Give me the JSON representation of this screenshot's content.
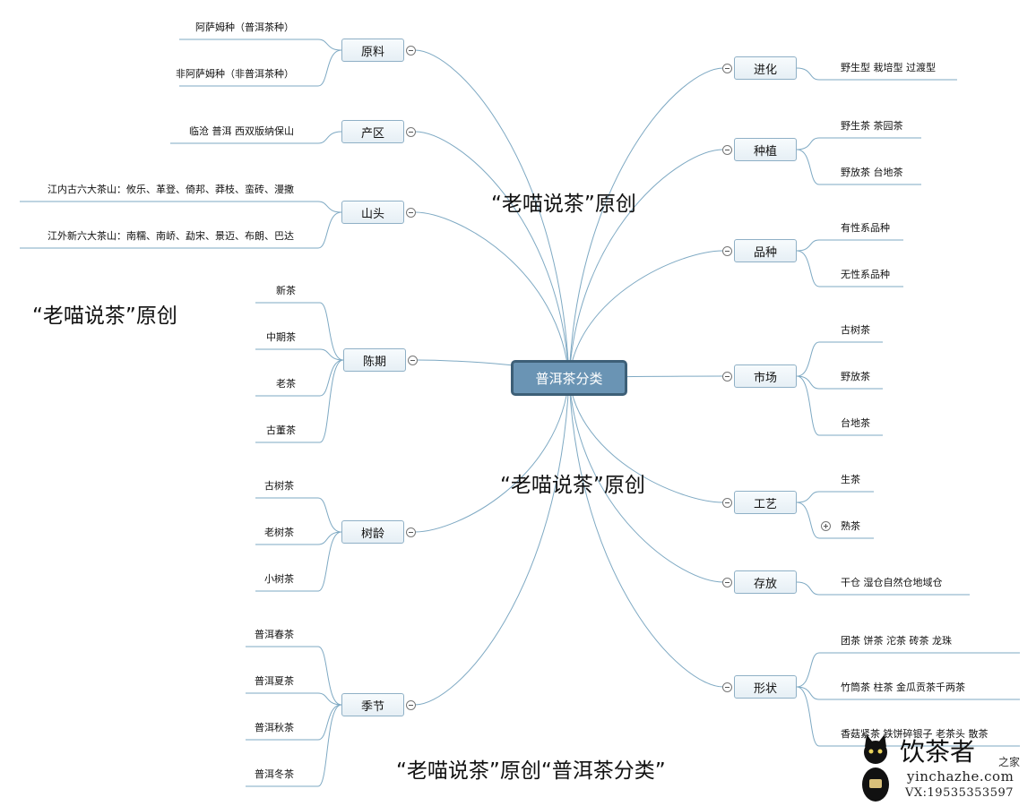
{
  "root": "普洱茶分类",
  "left": [
    {
      "label": "原料",
      "children": [
        "阿萨姆种（普洱茶种）",
        "非阿萨姆种（非普洱茶种）"
      ]
    },
    {
      "label": "产区",
      "children": [
        "临沧 普洱 西双版纳保山"
      ]
    },
    {
      "label": "山头",
      "children": [
        "江内古六大茶山：攸乐、革登、倚邦、莽枝、蛮砖、漫撒",
        "江外新六大茶山：南糯、南峤、勐宋、景迈、布朗、巴达"
      ]
    },
    {
      "label": "陈期",
      "children": [
        "新茶",
        "中期茶",
        "老茶",
        "古董茶"
      ]
    },
    {
      "label": "树龄",
      "children": [
        "古树茶",
        "老树茶",
        "小树茶"
      ]
    },
    {
      "label": "季节",
      "children": [
        "普洱春茶",
        "普洱夏茶",
        "普洱秋茶",
        "普洱冬茶"
      ]
    }
  ],
  "right": [
    {
      "label": "进化",
      "children": [
        "野生型 栽培型 过渡型"
      ]
    },
    {
      "label": "种植",
      "children": [
        "野生茶 茶园茶",
        "野放茶 台地茶"
      ]
    },
    {
      "label": "品种",
      "children": [
        "有性系品种",
        "无性系品种"
      ]
    },
    {
      "label": "市场",
      "children": [
        "古树茶",
        "野放茶",
        "台地茶"
      ]
    },
    {
      "label": "工艺",
      "children": [
        "生茶",
        "熟茶"
      ]
    },
    {
      "label": "存放",
      "children": [
        "干仓 湿仓自然仓地域仓"
      ]
    },
    {
      "label": "形状",
      "children": [
        "团茶 饼茶 沱茶 砖茶 龙珠",
        "竹筒茶 柱茶 金瓜贡茶千两茶",
        "香菇紧茶 铁饼碎银子 老茶头 散茶"
      ]
    }
  ],
  "watermarks": {
    "w1": "“老喵说茶”原创",
    "w2": "“老喵说茶”原创",
    "w3": "“老喵说茶”原创",
    "w4": "“老喵说茶”原创“普洱茶分类”"
  },
  "logo": {
    "title": "饮茶者",
    "sub": "之家",
    "url": "yinchazhe.com",
    "vx": "VX:19535353597"
  },
  "colors": {
    "line": "#7ea9c3",
    "root_fill": "#6a94b4",
    "root_border": "#3d5f77"
  }
}
